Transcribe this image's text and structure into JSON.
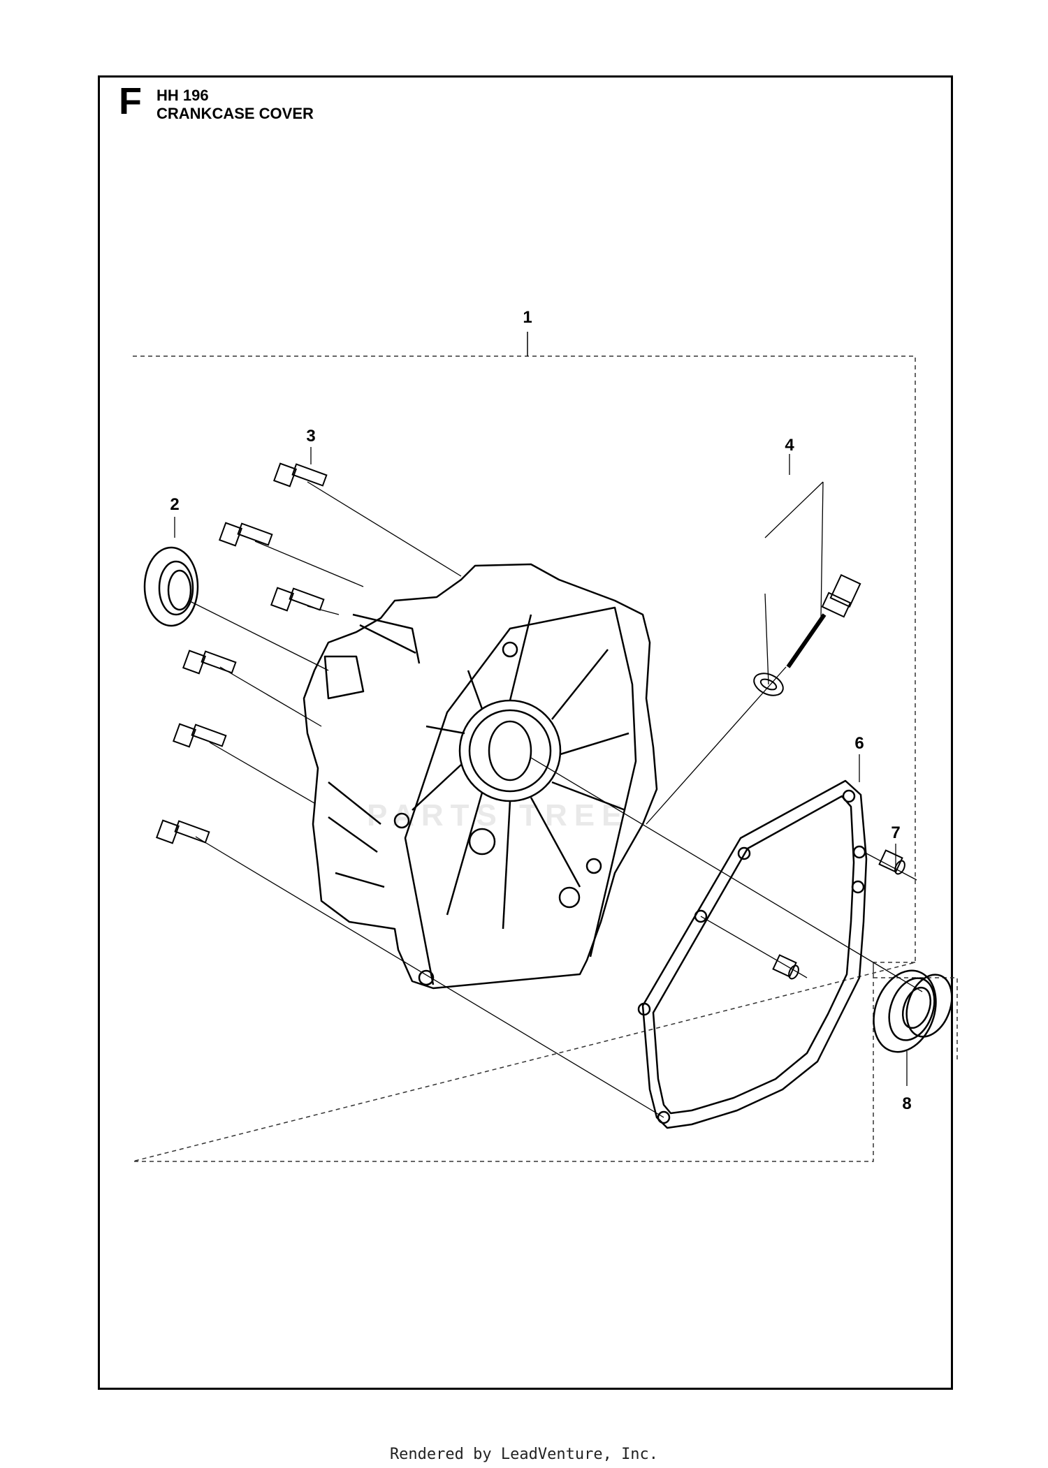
{
  "header": {
    "section_letter": "F",
    "model": "HH 196",
    "title": "CRANKCASE COVER"
  },
  "callouts": {
    "c1": "1",
    "c2": "2",
    "c3": "3",
    "c4": "4",
    "c6": "6",
    "c7": "7",
    "c8": "8"
  },
  "watermark": "PARTS TREE",
  "footer": "Rendered by LeadVenture, Inc.",
  "colors": {
    "line": "#000000",
    "frame": "#000000",
    "background": "#ffffff"
  }
}
